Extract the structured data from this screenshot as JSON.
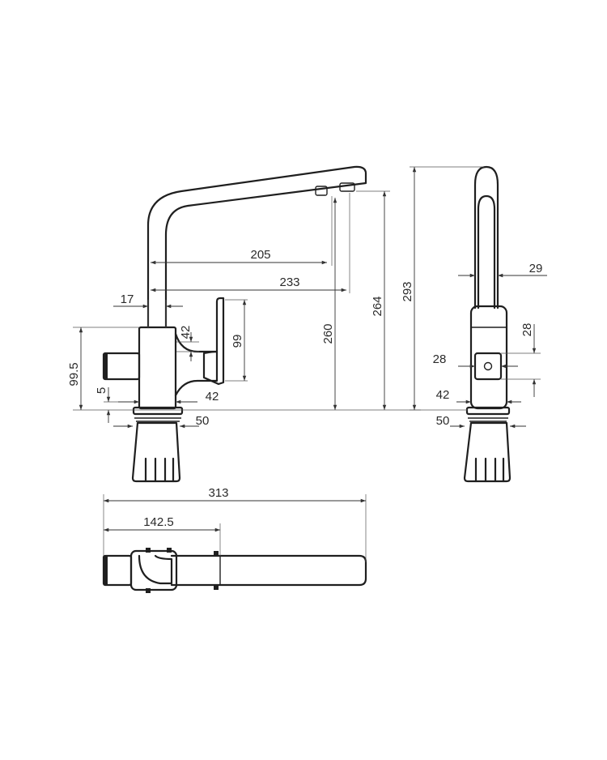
{
  "colors": {
    "line": "#1f1f1f",
    "background": "#ffffff"
  },
  "dimensions": {
    "spout_reach_inner": "205",
    "spout_reach_outer": "233",
    "body_width": "17",
    "lever_height": "42",
    "lever_offset": "99",
    "height_outlet": "260",
    "height_spout_top": "264",
    "height_total": "293",
    "side_body_height": "99.5",
    "base_ring": "5",
    "lever_side": "42",
    "base_diameter": "50",
    "side_spout_width": "29",
    "side_handle_height": "28",
    "side_handle_width": "28",
    "side_base_width": "42",
    "side_base_diameter": "50",
    "top_total_length": "313",
    "top_center_distance": "142.5"
  }
}
